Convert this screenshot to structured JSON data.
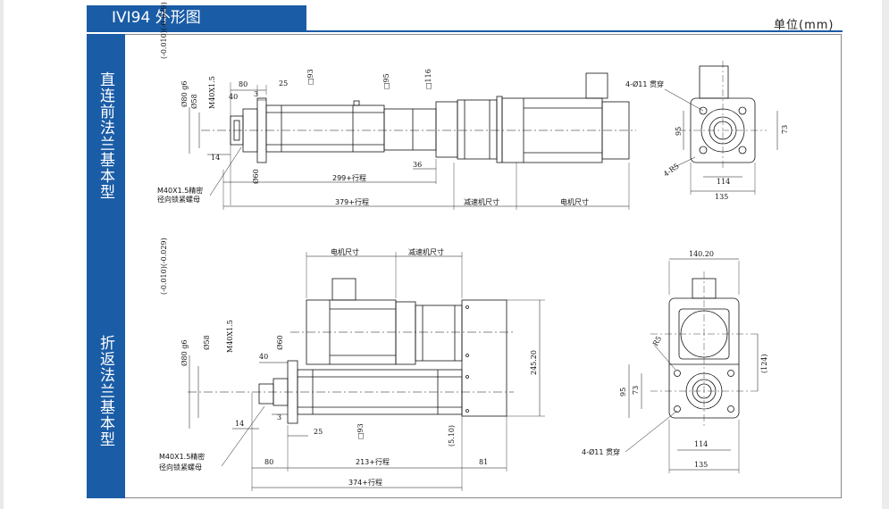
{
  "header": {
    "title": "IVI94 外形图",
    "unit": "单位(mm)"
  },
  "sections": {
    "top": {
      "label": "直连前法兰基本型"
    },
    "bottom": {
      "label": "折返法兰基本型"
    }
  },
  "top_view": {
    "dims": {
      "tol": "(-0.010)(-0.029)",
      "phi80": "Ø80 g6",
      "phi58": "Ø58",
      "m40": "M40X1.5",
      "d80": "80",
      "d40": "40",
      "d3": "3",
      "d25": "25",
      "d14": "14",
      "sq93": "□93",
      "sq95": "□95",
      "sq116": "□116",
      "d36": "36",
      "phi60": "Ø60",
      "stroke299": "299+行程",
      "stroke379": "379+行程",
      "reducer": "减速机尺寸",
      "motor": "电机尺寸",
      "note_line1": "M40X1.5精密",
      "note_line2": "径向锁紧螺母"
    },
    "end": {
      "holes": "4-Ø11 贯穿",
      "r": "4-R5",
      "d95": "95",
      "d73": "73",
      "d114": "114",
      "d135": "135"
    }
  },
  "bottom_view": {
    "dims": {
      "reducer": "减速机尺寸",
      "motor": "电机尺寸",
      "tol": "(-0.010)(-0.029)",
      "phi80": "Ø80 g6",
      "phi58": "Ø58",
      "m40": "M40X1.5",
      "phi60": "Ø60",
      "d40": "40",
      "d3": "3",
      "d14": "14",
      "d25": "25",
      "sq93": "□93",
      "d510": "(5.10)",
      "h24520": "245.20",
      "d80": "80",
      "stroke213": "213+行程",
      "d81": "81",
      "stroke374": "374+行程",
      "note_line1": "M40X1.5精密",
      "note_line2": "径向锁紧螺母"
    },
    "end": {
      "w14020": "140.20",
      "r5": "R5",
      "d124": "(124)",
      "d95": "95",
      "d73": "73",
      "d114": "114",
      "d135": "135",
      "holes": "4-Ø11 贯穿"
    }
  }
}
